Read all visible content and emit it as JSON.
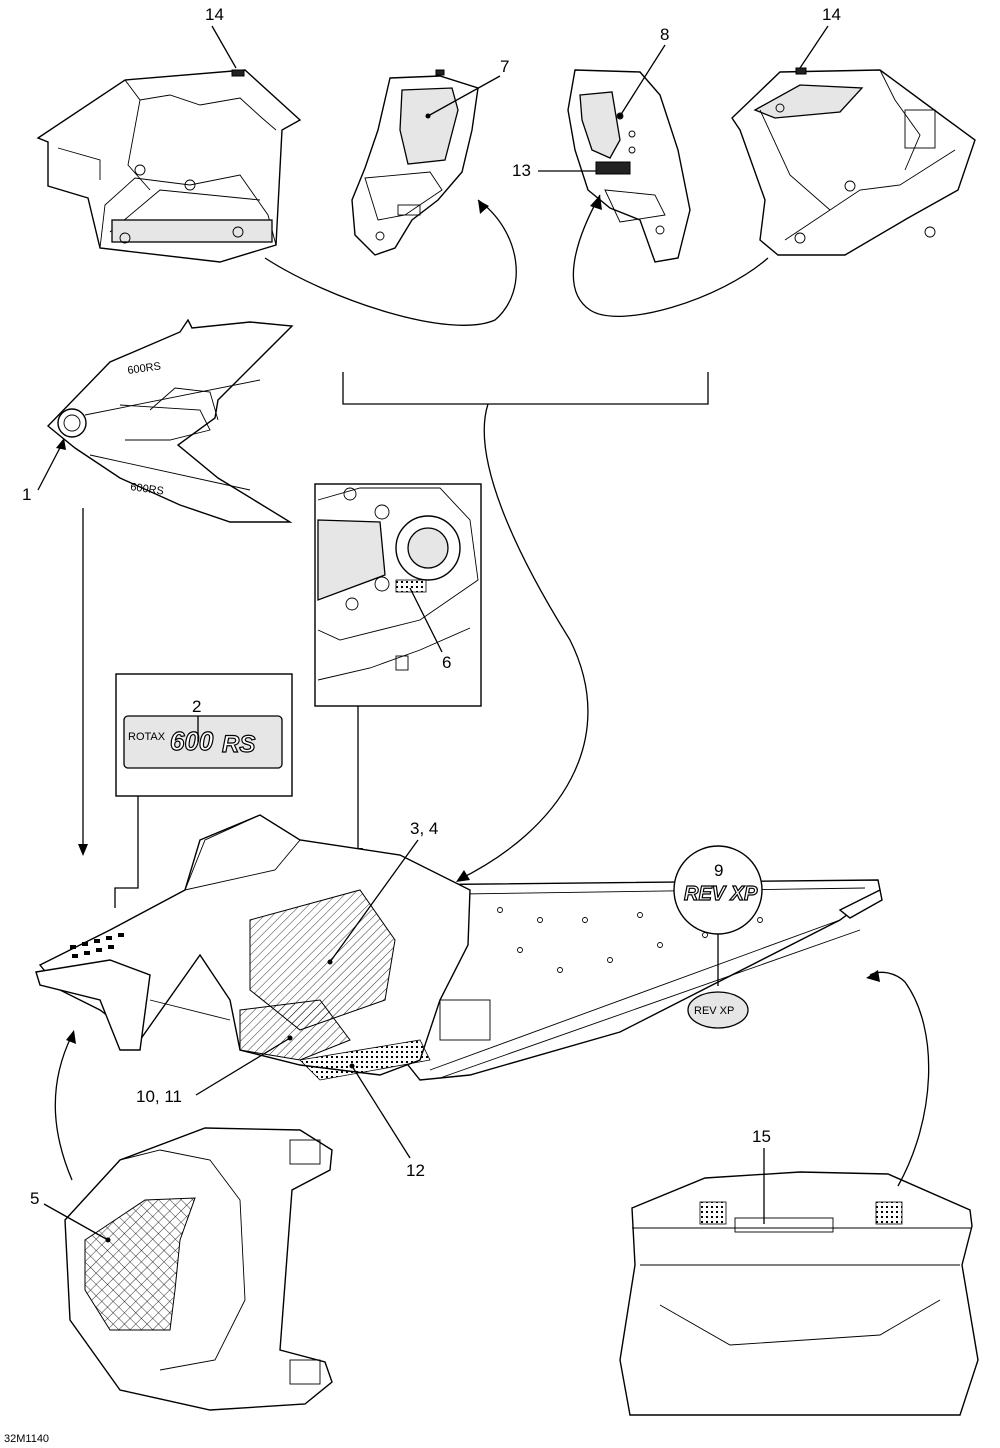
{
  "diagram": {
    "drawing_code": "32M1140",
    "callouts": {
      "c1": "1",
      "c2": "2",
      "c3_4": "3, 4",
      "c5": "5",
      "c6": "6",
      "c7": "7",
      "c8": "8",
      "c9": "9",
      "c10_11": "10, 11",
      "c12": "12",
      "c13": "13",
      "c14_left": "14",
      "c14_right": "14",
      "c15": "15"
    },
    "decals": {
      "rotax_prefix": "ROTAX",
      "rotax_model": "600",
      "rotax_suffix": "RS",
      "rev_xp": "REV XP",
      "rev_xp_small": "REV XP",
      "hood_model_upper": "600RS",
      "hood_model_lower": "600RS"
    }
  }
}
